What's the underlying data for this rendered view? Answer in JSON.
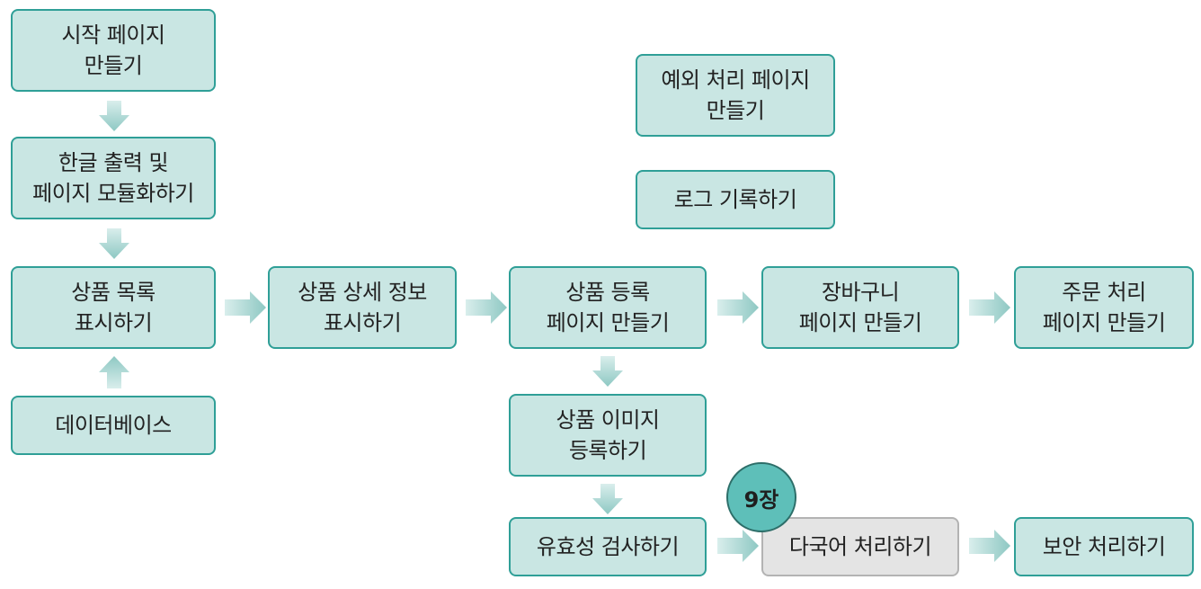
{
  "boxes": {
    "start_page": [
      "시작 페이지",
      "만들기"
    ],
    "korean_output": [
      "한글 출력 및",
      "페이지 모듈화하기"
    ],
    "product_list": [
      "상품 목록",
      "표시하기"
    ],
    "database": [
      "데이터베이스"
    ],
    "product_detail": [
      "상품 상세 정보",
      "표시하기"
    ],
    "product_register": [
      "상품 등록",
      "페이지 만들기"
    ],
    "cart": [
      "장바구니",
      "페이지 만들기"
    ],
    "order": [
      "주문 처리",
      "페이지 만들기"
    ],
    "exception_page": [
      "예외 처리 페이지",
      "만들기"
    ],
    "logging": [
      "로그 기록하기"
    ],
    "product_image": [
      "상품 이미지",
      "등록하기"
    ],
    "validation": [
      "유효성 검사하기"
    ],
    "i18n": [
      "다국어 처리하기"
    ],
    "security": [
      "보안 처리하기"
    ]
  },
  "badge": "9장",
  "colors": {
    "box_fill": "#c9e6e3",
    "box_border": "#2f9f97",
    "highlight_fill": "#e4e4e4",
    "badge_fill": "#5ebfb9",
    "arrow": "#8ec8c3"
  }
}
